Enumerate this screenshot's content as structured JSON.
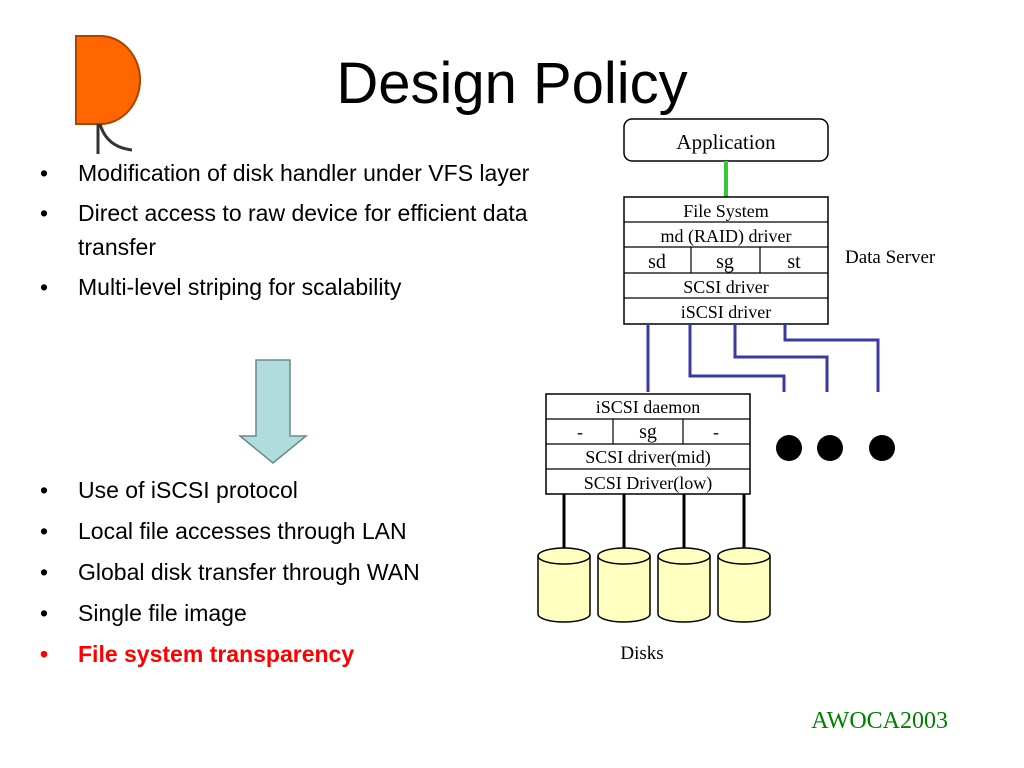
{
  "slide": {
    "title": "Design Policy",
    "bullets_top": [
      "Modification of disk handler under VFS layer",
      "Direct access to raw device for efficient data transfer",
      "Multi-level striping for scalability"
    ],
    "bullets_bottom": [
      "Use of iSCSI protocol",
      "Local file accesses through LAN",
      "Global disk transfer through WAN",
      "Single file image",
      "File system transparency"
    ],
    "bullet_symbol": "•",
    "footer": "AWOCA2003",
    "colors": {
      "highlight": "#ff0000",
      "footer": "#008000",
      "arrow_fill": "#b0dcdc",
      "network_line": "#3a3aa0",
      "app_link": "#33cc33",
      "disk_fill": "#ffffc0"
    }
  },
  "diagram": {
    "application": "Application",
    "data_server_label": "Data Server",
    "server_stack": {
      "file_system": "File System",
      "md_driver": "md (RAID) driver",
      "sd": "sd",
      "sg": "sg",
      "st": "st",
      "scsi_driver": "SCSI driver",
      "iscsi_driver": "iSCSI driver"
    },
    "node_stack": {
      "iscsi_daemon": "iSCSI daemon",
      "left_dash": "-",
      "sg": "sg",
      "right_dash": "-",
      "scsi_mid": "SCSI driver(mid)",
      "scsi_low": "SCSI Driver(low)"
    },
    "disks_label": "Disks"
  }
}
